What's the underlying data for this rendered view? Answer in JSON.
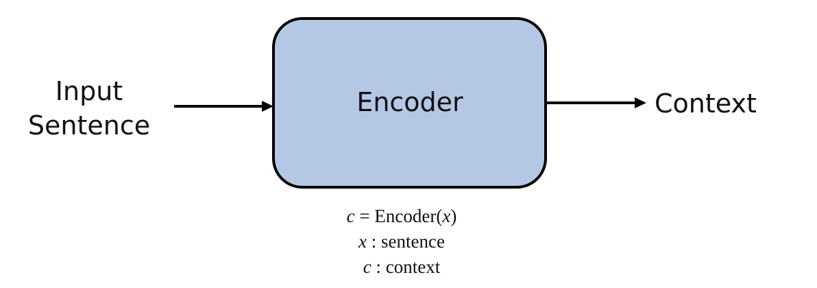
{
  "diagram": {
    "input_label_line1": "Input",
    "input_label_line2": "Sentence",
    "encoder_label": "Encoder",
    "output_label": "Context",
    "colors": {
      "encoder_fill": "#b4c8e5",
      "stroke": "#000000"
    }
  },
  "formulas": {
    "line1_var": "c",
    "line1_text": " = Encoder(",
    "line1_arg": "x",
    "line1_close": ")",
    "line2_var": "x",
    "line2_text": " : sentence",
    "line3_var": "c",
    "line3_text": " : context"
  }
}
